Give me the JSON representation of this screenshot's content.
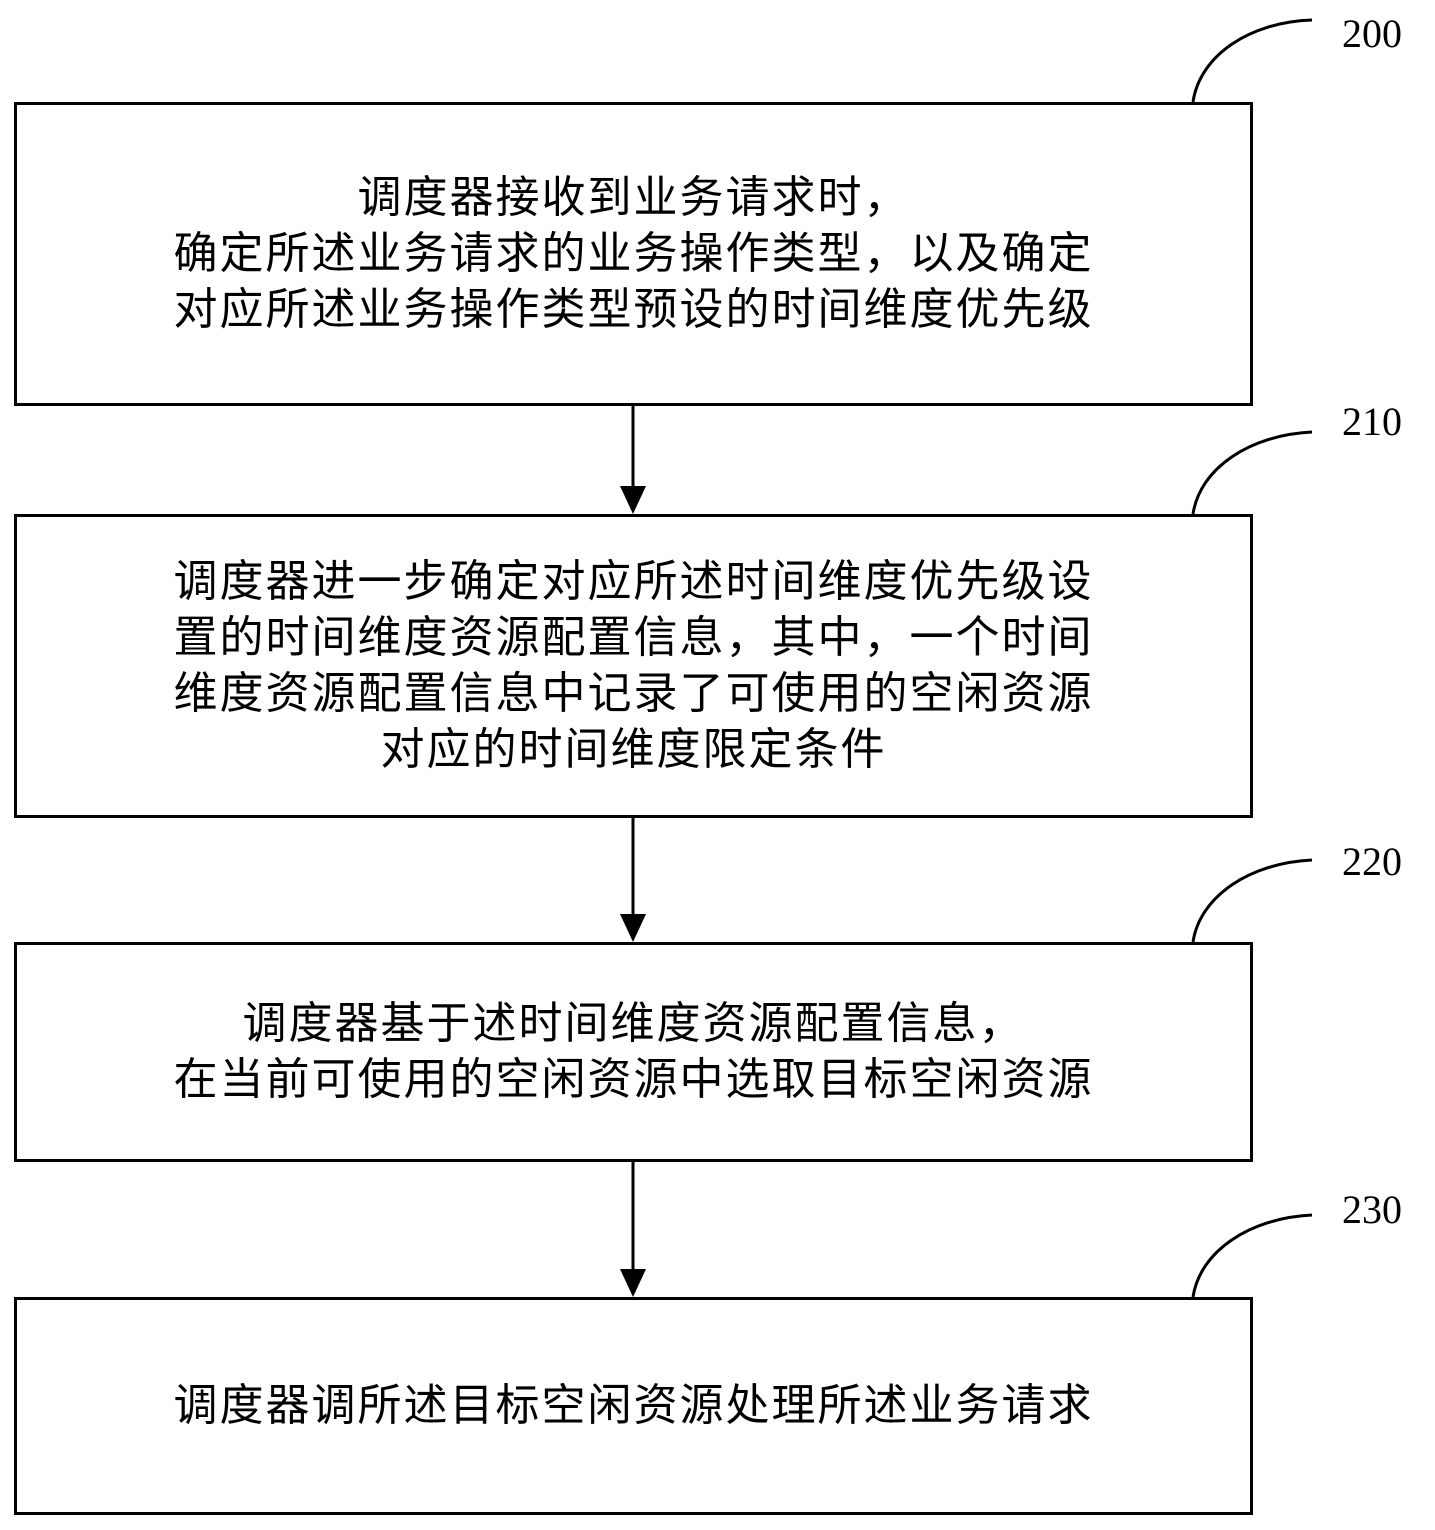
{
  "steps": [
    {
      "id": "200",
      "lines": [
        "调度器接收到业务请求时，",
        "确定所述业务请求的业务操作类型，以及确定",
        "对应所述业务操作类型预设的时间维度优先级"
      ]
    },
    {
      "id": "210",
      "lines": [
        "调度器进一步确定对应所述时间维度优先级设",
        "置的时间维度资源配置信息，其中，一个时间",
        "维度资源配置信息中记录了可使用的空闲资源",
        "对应的时间维度限定条件"
      ]
    },
    {
      "id": "220",
      "lines": [
        "调度器基于述时间维度资源配置信息，",
        "在当前可使用的空闲资源中选取目标空闲资源"
      ]
    },
    {
      "id": "230",
      "lines": [
        "调度器调所述目标空闲资源处理所述业务请求"
      ]
    }
  ]
}
